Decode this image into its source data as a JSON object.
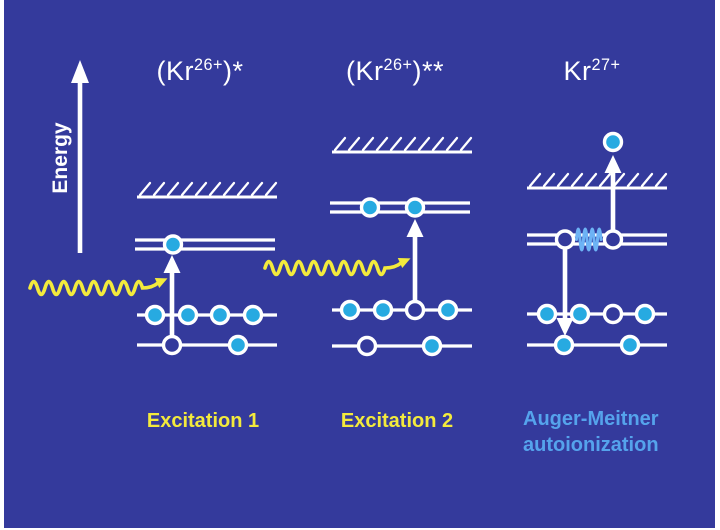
{
  "figure": {
    "energy_axis_label": "Energy",
    "colors": {
      "background": "#343a9c",
      "frame": "#ffffff",
      "levels": "#ffffff",
      "electron": "#27aae1",
      "photon": "#f3ea3c",
      "auger_text": "#55a3ec",
      "auger_wave": "#6db3f5"
    },
    "panels": [
      {
        "title": {
          "pre": "(Kr",
          "sup": "26+",
          "post": ")*"
        },
        "caption_lines": [
          "Excitation 1"
        ],
        "state": {
          "continuum": "hatched",
          "excited_level": [
            "electron"
          ],
          "upper_shell": [
            "electron",
            "electron",
            "electron",
            "electron"
          ],
          "lower_shell": [
            "hole",
            "electron"
          ],
          "arrows": [
            "yellow-photon-wave",
            "white-up-arrow"
          ]
        }
      },
      {
        "title": {
          "pre": "(Kr",
          "sup": "26+",
          "post": ")**"
        },
        "caption_lines": [
          "Excitation 2"
        ],
        "state": {
          "continuum": "hatched",
          "excited_level": [
            "electron",
            "electron"
          ],
          "upper_shell": [
            "electron",
            "electron",
            "hole",
            "electron"
          ],
          "lower_shell": [
            "hole",
            "electron"
          ],
          "arrows": [
            "yellow-photon-wave",
            "white-up-arrow"
          ]
        }
      },
      {
        "title": {
          "pre": "Kr",
          "sup": "27+",
          "post": ""
        },
        "caption_lines": [
          "Auger-Meitner",
          "autoionization"
        ],
        "state": {
          "continuum": "hatched",
          "free_electron": "electron above continuum",
          "excited_level": [
            "hole",
            "hole"
          ],
          "upper_shell": [
            "electron",
            "electron",
            "hole",
            "electron"
          ],
          "lower_shell": [
            "electron",
            "electron"
          ],
          "arrows": [
            "white-down-arrow",
            "white-up-eject-arrow",
            "blue-interaction-wave"
          ]
        }
      }
    ]
  }
}
